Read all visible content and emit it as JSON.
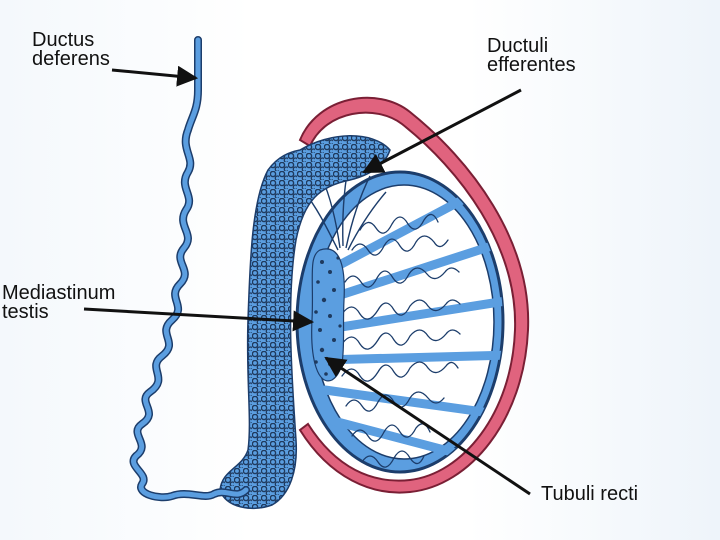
{
  "labels": {
    "ductus_deferens": [
      "Ductus",
      "deferens"
    ],
    "ductuli_efferentes": [
      "Ductuli",
      "efferentes"
    ],
    "mediastinum_testis": [
      "Mediastinum",
      "testis"
    ],
    "tubuli_recti": [
      "Tubuli recti"
    ]
  },
  "colors": {
    "tubule_blue": "#5b9ee0",
    "tubule_outline": "#1c3d6b",
    "tunica_pink": "#e0637e",
    "tunica_outline": "#7a1f35",
    "epididymis_dark": "#1f3a5e",
    "arrow": "#111111"
  }
}
